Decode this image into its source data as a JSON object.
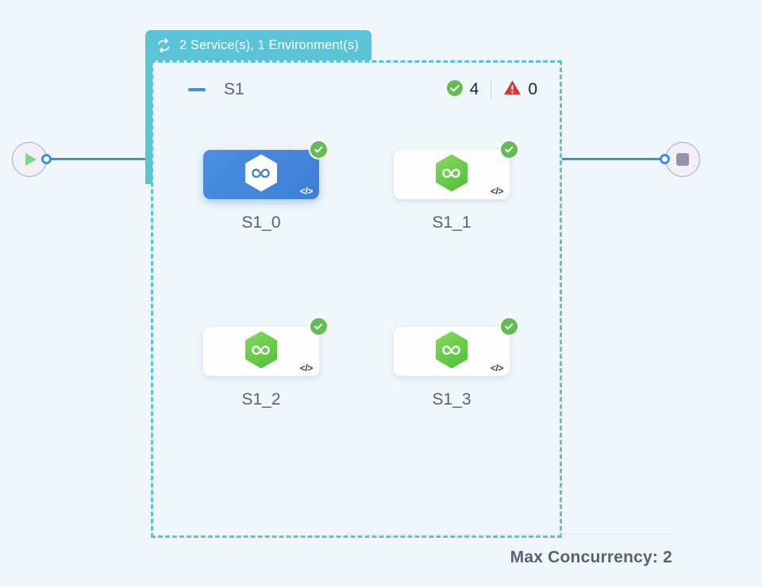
{
  "canvas": {
    "background_color": "#eff7fb"
  },
  "start_node": {
    "icon": "play-icon",
    "icon_color": "#83d48a"
  },
  "end_node": {
    "icon": "stop-icon",
    "icon_color": "#9792ab"
  },
  "connectors": {
    "color": "#3f8fde",
    "handle_fill": "#ffffff"
  },
  "group": {
    "tab": {
      "icon": "loop-icon",
      "label": "2 Service(s), 1 Environment(s)",
      "background_color": "#5ac4d6",
      "text_color": "#ffffff"
    },
    "border_color": "#5ac4d6",
    "header": {
      "collapse_icon": "minus-icon",
      "collapse_icon_color": "#3f8fde",
      "name": "S1",
      "success": {
        "icon": "check-circle-icon",
        "color": "#63bb52",
        "count": "4"
      },
      "error": {
        "icon": "warning-triangle-icon",
        "color": "#d93832",
        "count": "0"
      }
    },
    "tasks": [
      {
        "label": "S1_0",
        "selected": true,
        "status_icon": "check-circle-icon",
        "status_color": "#63bb52",
        "hex_color": "#ffffff",
        "loop_color": "#3d7fd6",
        "code_icon": "code-icon",
        "code_glyph": "</>"
      },
      {
        "label": "S1_1",
        "selected": false,
        "status_icon": "check-circle-icon",
        "status_color": "#63bb52",
        "hex_color": "#6ec94a",
        "loop_color": "#ffffff",
        "code_icon": "code-icon",
        "code_glyph": "</>"
      },
      {
        "label": "S1_2",
        "selected": false,
        "status_icon": "check-circle-icon",
        "status_color": "#63bb52",
        "hex_color": "#6ec94a",
        "loop_color": "#ffffff",
        "code_icon": "code-icon",
        "code_glyph": "</>"
      },
      {
        "label": "S1_3",
        "selected": false,
        "status_icon": "check-circle-icon",
        "status_color": "#63bb52",
        "hex_color": "#6ec94a",
        "loop_color": "#ffffff",
        "code_icon": "code-icon",
        "code_glyph": "</>"
      }
    ],
    "footer": {
      "max_concurrency_text": "Max Concurrency: 2"
    }
  }
}
